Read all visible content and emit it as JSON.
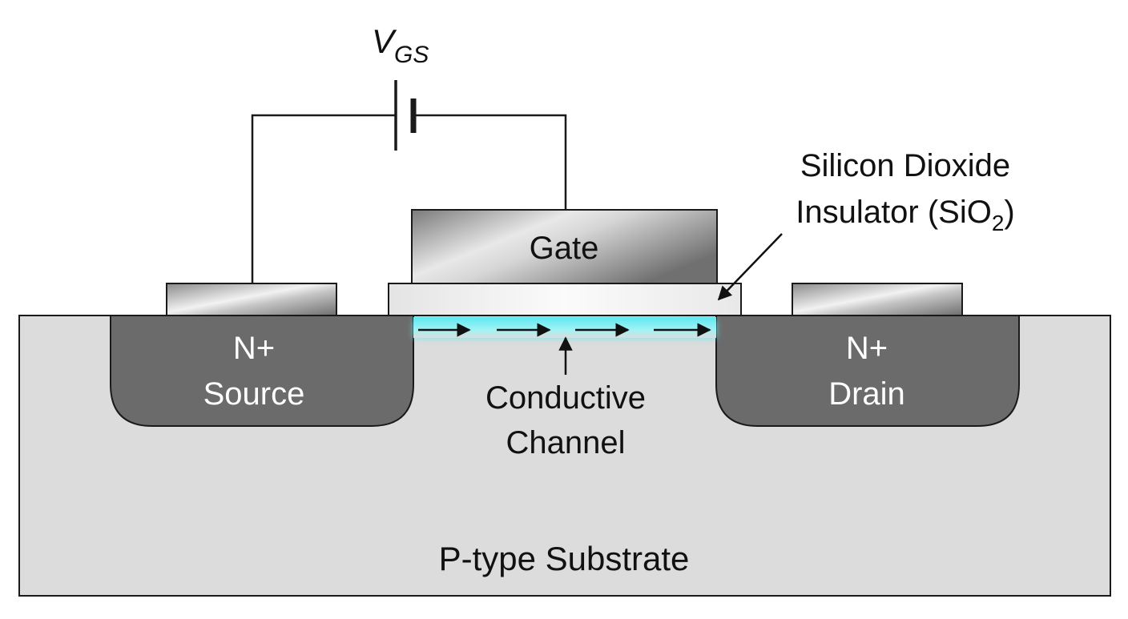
{
  "labels": {
    "voltage_symbol": "V",
    "voltage_subscript": "GS",
    "gate": "Gate",
    "oxide_line1": "Silicon Dioxide",
    "oxide_line2_prefix": "Insulator (SiO",
    "oxide_line2_subscript": "2",
    "oxide_line2_suffix": ")",
    "source_line1": "N+",
    "source_line2": "Source",
    "drain_line1": "N+",
    "drain_line2": "Drain",
    "channel_line1": "Conductive",
    "channel_line2": "Channel",
    "substrate": "P-type Substrate"
  },
  "colors": {
    "substrate_fill": "#dcdcdc",
    "well_fill": "#6b6b6b",
    "well_text": "#ffffff",
    "oxide_fill": "#f0f0f0",
    "channel_glow": "#5ee8f0",
    "outline": "#1a1a1a",
    "metal_light": "#eeeeee",
    "metal_dark": "#777777"
  },
  "icons": {
    "battery": "battery-cell-icon",
    "channel_flow": "right-arrow-icon",
    "callout": "pointer-arrow-icon"
  }
}
